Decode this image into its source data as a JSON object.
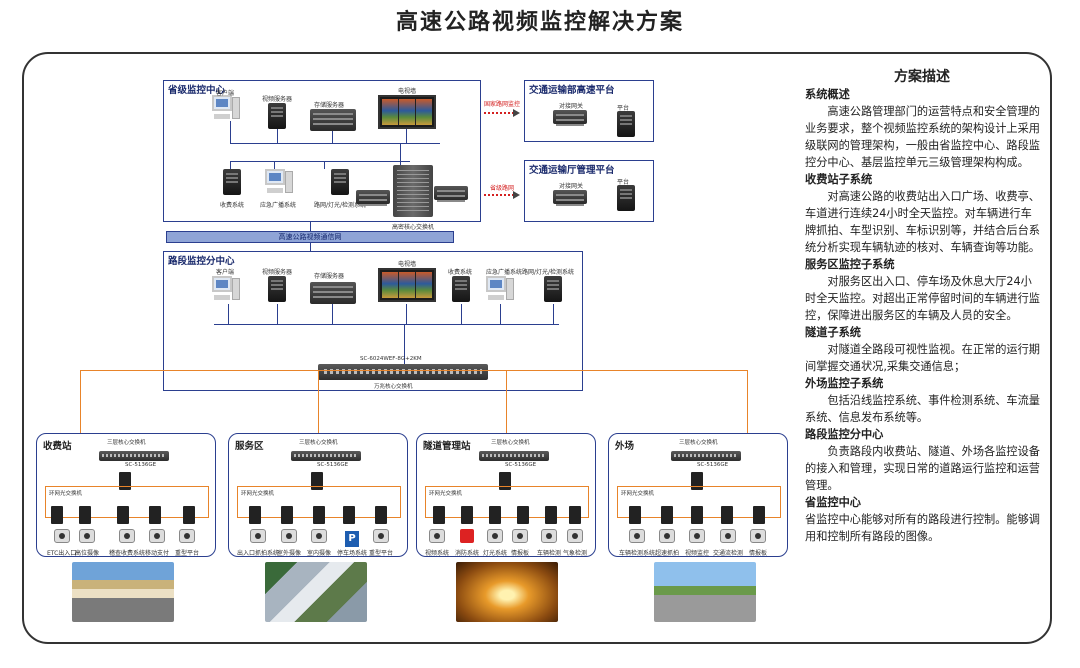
{
  "title": "高速公路视频监控解决方案",
  "province_center": {
    "title": "省级监控中心",
    "devices": [
      "客户端",
      "视频服务器",
      "存储服务器",
      "电视墙",
      "收费系统",
      "应急广播系统",
      "路网/灯光/检测系统",
      "高密核心交换机"
    ]
  },
  "platforms": [
    {
      "title": "交通运输部高速平台",
      "device_a": "对接网关",
      "device_b": "平台",
      "arrow_label": "国家路网监控"
    },
    {
      "title": "交通运输厅管理平台",
      "device_a": "对接网关",
      "device_b": "平台",
      "arrow_label": "省级路网"
    }
  ],
  "network_bar": "高速公路视频通信网",
  "section_center": {
    "title": "路段监控分中心",
    "devices": [
      "客户端",
      "视频服务器",
      "存储服务器",
      "电视墙",
      "收费系统",
      "应急广播系统",
      "路网/灯光/检测系统"
    ],
    "switch_model": "SC-6024WEF-8G+2KM",
    "switch_label": "万兆核心交换机"
  },
  "stations": [
    {
      "title": "收费站",
      "core": "三层核心交换机",
      "model": "SC-5136GE",
      "ring": "环网光交换机",
      "endpoints": [
        "ETC出入口",
        "高位摄像",
        "稽查收费系统",
        "移动支付",
        "重型平台"
      ]
    },
    {
      "title": "服务区",
      "core": "三层核心交换机",
      "model": "SC-5136GE",
      "ring": "环网光交换机",
      "endpoints": [
        "出入口抓拍系统",
        "室外摄像",
        "室内摄像",
        "停车场系统",
        "重型平台"
      ]
    },
    {
      "title": "隧道管理站",
      "core": "三层核心交换机",
      "model": "SC-5136GE",
      "ring": "环网光交换机",
      "endpoints": [
        "视频系统",
        "消防系统",
        "灯光系统",
        "情报板",
        "车辆检测",
        "气象检测"
      ]
    },
    {
      "title": "外场",
      "core": "三层核心交换机",
      "model": "SC-5136GE",
      "ring": "环网光交换机",
      "endpoints": [
        "车辆检测系统",
        "超速抓拍",
        "视频监控",
        "交通流检测",
        "情报板"
      ]
    }
  ],
  "photos": [
    "收费站",
    "服务区",
    "隧道",
    "外场"
  ],
  "sidebar": {
    "heading": "方案描述",
    "sections": [
      {
        "title": "系统概述",
        "body": "高速公路管理部门的运营特点和安全管理的业务要求，整个视频监控系统的架构设计上采用级联网的管理架构，一般由省监控中心、路段监控分中心、基层监控单元三级管理架构构成。"
      },
      {
        "title": "收费站子系统",
        "body": "对高速公路的收费站出入口广场、收费亭、车道进行连续24小时全天监控。对车辆进行车牌抓拍、车型识别、车标识别等，并结合后台系统分析实现车辆轨迹的核对、车辆查询等功能。"
      },
      {
        "title": "服务区监控子系统",
        "body": "对服务区出入口、停车场及休息大厅24小时全天监控。对超出正常停留时间的车辆进行监控，保障进出服务区的车辆及人员的安全。"
      },
      {
        "title": "隧道子系统",
        "body": "对隧道全路段可视性监视。在正常的运行期间掌握交通状况,采集交通信息；"
      },
      {
        "title": "外场监控子系统",
        "body": "包括沿线监控系统、事件检测系统、车流量系统、信息发布系统等。"
      },
      {
        "title": "路段监控分中心",
        "body": "负责路段内收费站、隧道、外场各监控设备的接入和管理，实现日常的道路运行监控和运营管理。"
      },
      {
        "title": "省监控中心",
        "body": "省监控中心能够对所有的路段进行控制。能够调用和控制所有路段的图像。"
      }
    ]
  }
}
